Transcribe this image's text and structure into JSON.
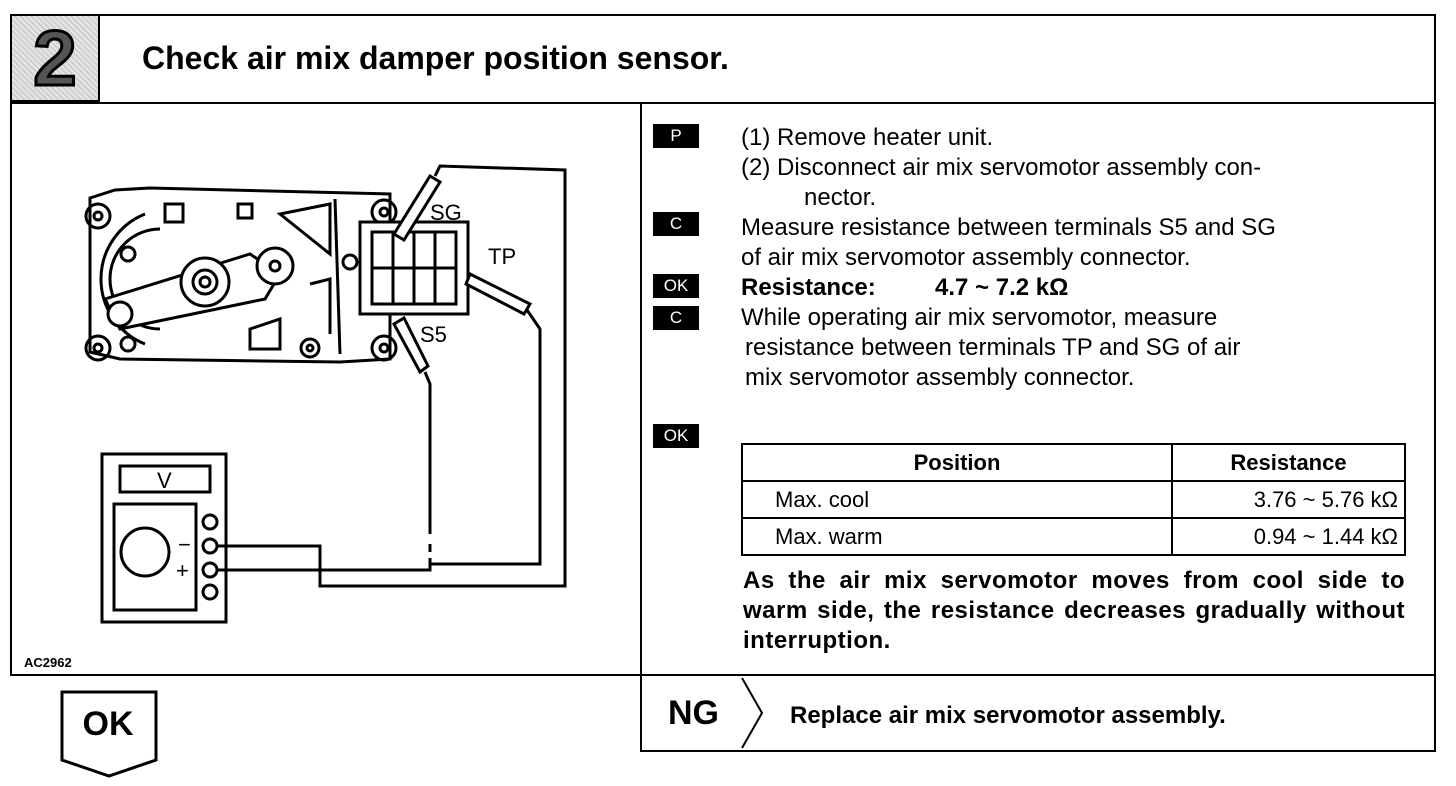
{
  "header": {
    "step_number": "2",
    "title": "Check air mix damper position sensor."
  },
  "figure": {
    "code": "AC2962",
    "labels": {
      "sg": "SG",
      "tp": "TP",
      "s5": "S5",
      "meter": "V",
      "minus": "−",
      "plus": "+"
    }
  },
  "instructions": {
    "tag_p": "P",
    "step1": "(1)  Remove heater unit.",
    "step2": "(2)  Disconnect air mix servomotor assembly con-",
    "step2_cont": "nector.",
    "tag_c1": "C",
    "measure1_a": "Measure resistance between terminals S5 and SG",
    "measure1_b": "of air mix servomotor assembly connector.",
    "tag_ok1": "OK",
    "resistance_label": "Resistance:",
    "resistance_value": "4.7 ~ 7.2 kΩ",
    "tag_c2": "C",
    "measure2_a": "While operating air mix servomotor, measure",
    "measure2_b": "resistance between terminals TP and SG of air",
    "measure2_c": "mix servomotor assembly connector.",
    "tag_ok2": "OK"
  },
  "table": {
    "headers": [
      "Position",
      "Resistance"
    ],
    "rows": [
      {
        "position": "Max. cool",
        "resistance": "3.76 ~ 5.76 kΩ"
      },
      {
        "position": "Max. warm",
        "resistance": "0.94 ~ 1.44 kΩ"
      }
    ]
  },
  "note": "As the air mix servomotor moves from cool side to warm side, the resistance decreases gradually without interruption.",
  "result_ng": {
    "label": "NG",
    "action": "Replace air mix servomotor assembly."
  },
  "result_ok": {
    "label": "OK"
  }
}
